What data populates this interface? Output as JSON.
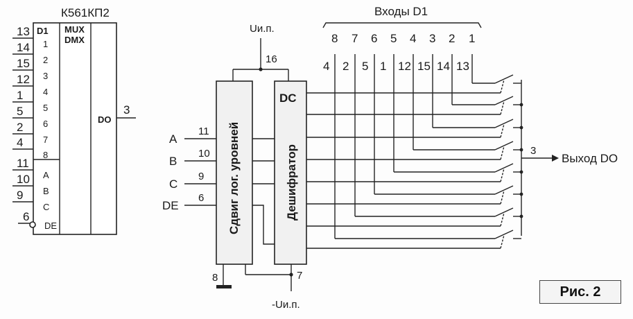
{
  "chip": {
    "part_number": "К561КП2",
    "ref": "D1",
    "function": [
      "MUX",
      "DMX"
    ],
    "output_name": "DO",
    "output_pin": "3",
    "data_pins": [
      "13",
      "14",
      "15",
      "12",
      "1",
      "5",
      "2",
      "4"
    ],
    "data_bits": [
      "1",
      "2",
      "3",
      "4",
      "5",
      "6",
      "7",
      "8"
    ],
    "addr_pins": [
      "11",
      "10",
      "9"
    ],
    "addr_names": [
      "A",
      "B",
      "C"
    ],
    "enable_pin": "6",
    "enable_name": "DE"
  },
  "schematic": {
    "supply_pos": "Uи.п.",
    "supply_neg": "-Uи.п.",
    "pin_vdd": "16",
    "pin_vee": "7",
    "pin_vss": "8",
    "inputs_caption": "Входы D1",
    "input_numbers": [
      "8",
      "7",
      "6",
      "5",
      "4",
      "3",
      "2",
      "1"
    ],
    "input_pins": [
      "4",
      "2",
      "5",
      "1",
      "12",
      "15",
      "14",
      "13"
    ],
    "ctrl_names": [
      "A",
      "B",
      "C",
      "DE"
    ],
    "ctrl_pins": [
      "11",
      "10",
      "9",
      "6"
    ],
    "level_shifter": "Сдвиг лог. уровней",
    "decoder_title": "DC",
    "decoder": "Дешифратор",
    "output_pin": "3",
    "output_label": "Выход DO"
  },
  "figure_label": "Рис. 2"
}
